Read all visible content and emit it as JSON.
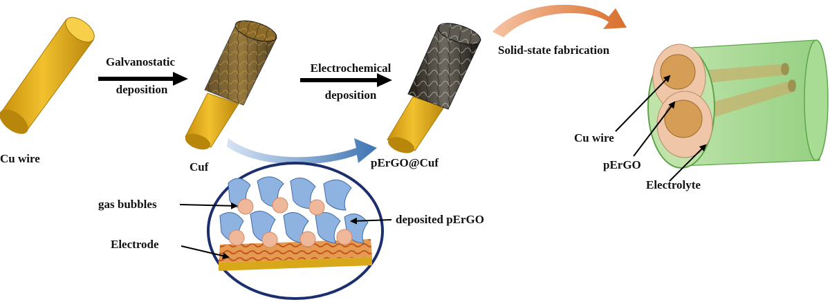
{
  "labels": {
    "cu_wire": "Cu wire",
    "galvanostatic_deposition": [
      "Galvanostatic",
      "deposition"
    ],
    "cuf": "Cuf",
    "electrochemical_deposition": [
      "Electrochemical",
      "deposition"
    ],
    "pergo_cuf": "pErGO@Cuf",
    "solid_state_fabrication": "Solid-state fabrication",
    "gas_bubbles": "gas bubbles",
    "deposited_pergo": "deposited pErGO",
    "electrode": "Electrode",
    "device_cu_wire": "Cu wire",
    "device_pergo": "pErGO",
    "device_electrolyte": "Electrolyte"
  },
  "colors": {
    "copper_gold": "#e8b21b",
    "copper_dark": "#b9860c",
    "arrow_black": "#000000",
    "orange_arrow": "#e8874f",
    "blue_arrow": "#4f87c4",
    "sheet_blue": "#8fb3e0",
    "bubble": "#f0b89a",
    "electrolyte_green": "#7fc96a",
    "ellipse_border": "#1c2e6e",
    "electrode_gold": "#d9a81a"
  }
}
